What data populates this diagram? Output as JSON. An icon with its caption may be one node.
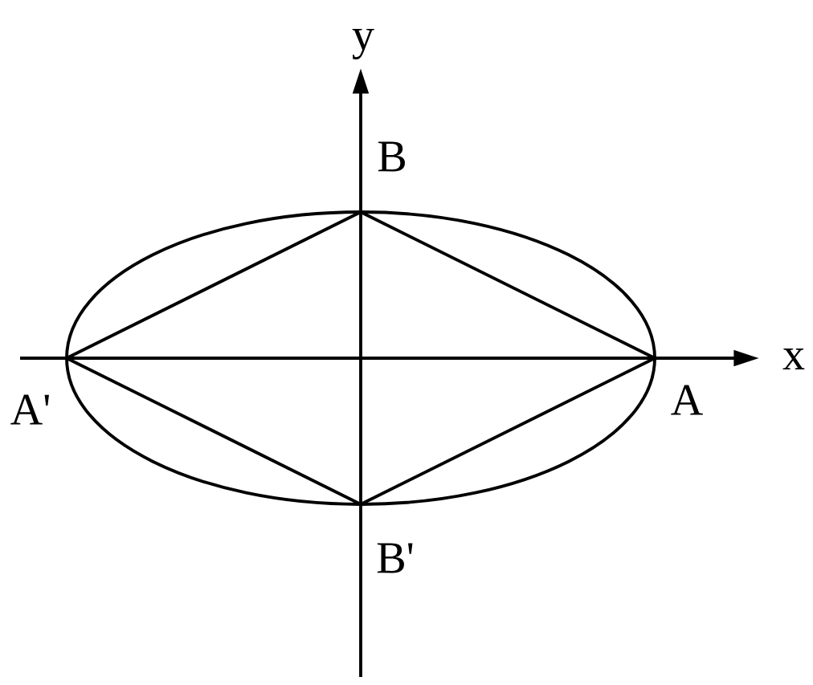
{
  "diagram": {
    "nodes": [
      {
        "text": [
          "A"
        ]
      },
      {
        "text": [
          "B"
        ]
      },
      {
        "text": [
          "A'"
        ]
      },
      {
        "text": [
          "B'"
        ]
      }
    ],
    "edges": [
      {
        "from": 1,
        "to": 0,
        "arrow": "none"
      },
      {
        "from": 1,
        "to": 2,
        "arrow": "none"
      },
      {
        "from": 2,
        "to": 3,
        "arrow": "none"
      },
      {
        "from": 3,
        "to": 0,
        "arrow": "none"
      }
    ],
    "labels": [
      "y",
      "x"
    ]
  }
}
